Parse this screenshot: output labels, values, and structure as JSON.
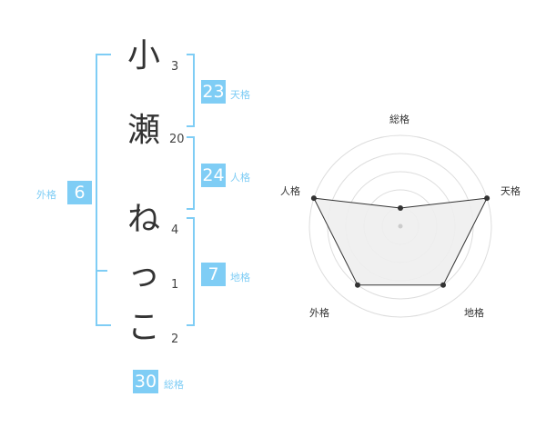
{
  "name_chars": [
    {
      "char": "小",
      "strokes": "3"
    },
    {
      "char": "瀬",
      "strokes": "20"
    },
    {
      "char": "ね",
      "strokes": "4"
    },
    {
      "char": "っ",
      "strokes": "1"
    },
    {
      "char": "こ",
      "strokes": "2"
    }
  ],
  "fortune": {
    "tenkaku": {
      "value": "23",
      "label": "天格"
    },
    "jinkaku": {
      "value": "24",
      "label": "人格"
    },
    "chikaku": {
      "value": "7",
      "label": "地格"
    },
    "gaikaku": {
      "value": "6",
      "label": "外格"
    },
    "soukaku": {
      "value": "30",
      "label": "総格"
    }
  },
  "radar": {
    "axes": [
      "総格",
      "天格",
      "地格",
      "外格",
      "人格"
    ],
    "levels": 5,
    "values": [
      1,
      5,
      4,
      4,
      5
    ],
    "colors": {
      "grid": "#dddddd",
      "fill": "#eeeeee",
      "line": "#333333",
      "accent": "#7fcdf5"
    }
  }
}
